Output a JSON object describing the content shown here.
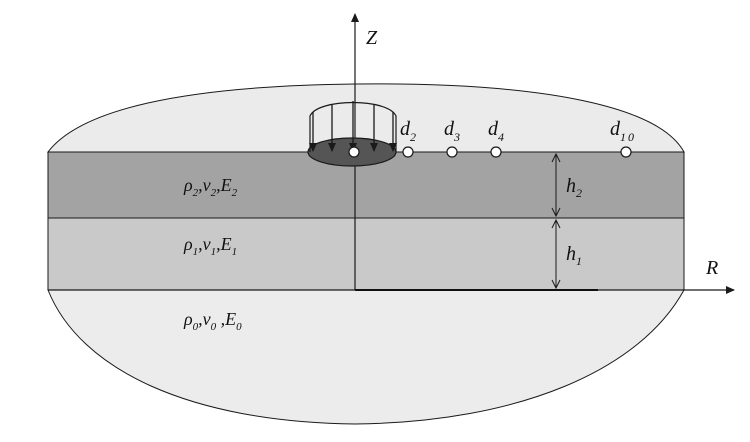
{
  "axes": {
    "z_label": "Z",
    "r_label": "R"
  },
  "layers": [
    {
      "id": "layer-2",
      "rho": "ρ",
      "rho_sub": "2",
      "nu": "ν",
      "nu_sub": "2",
      "E": "E",
      "E_sub": "2",
      "thickness": "h",
      "thickness_sub": "2"
    },
    {
      "id": "layer-1",
      "rho": "ρ",
      "rho_sub": "1",
      "nu": "ν",
      "nu_sub": "1",
      "E": "E",
      "E_sub": "1",
      "thickness": "h",
      "thickness_sub": "1"
    },
    {
      "id": "half-space",
      "rho": "ρ",
      "rho_sub": "0",
      "nu": "ν",
      "nu_sub": "0",
      "E": "E",
      "E_sub": "0"
    }
  ],
  "sensors": [
    {
      "name": "d",
      "sub": "2"
    },
    {
      "name": "d",
      "sub": "3"
    },
    {
      "name": "d",
      "sub": "4"
    },
    {
      "name": "d",
      "sub": "10"
    }
  ],
  "colors": {
    "upper_ellipse": "#ebebeb",
    "layer2": "#a3a3a3",
    "layer1": "#c9c9c9",
    "half_space": "#ececec",
    "load_plate": "#555555",
    "line": "#1a1a1a"
  }
}
